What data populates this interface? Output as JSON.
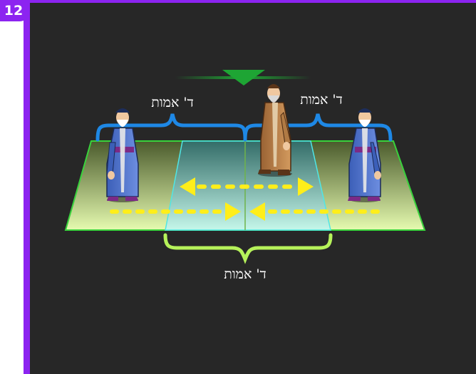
{
  "slide": {
    "number": "12"
  },
  "labels": {
    "left_top": "ד' אמות",
    "right_top": "ד' אמות",
    "bottom": "ד' אמות"
  },
  "colors": {
    "frame": "#8c24f0",
    "background": "#272727",
    "brace_top": "#1e88e5",
    "brace_bottom": "#b6f25a",
    "arrow": "#ffee1a",
    "marker": "#1ea534"
  }
}
